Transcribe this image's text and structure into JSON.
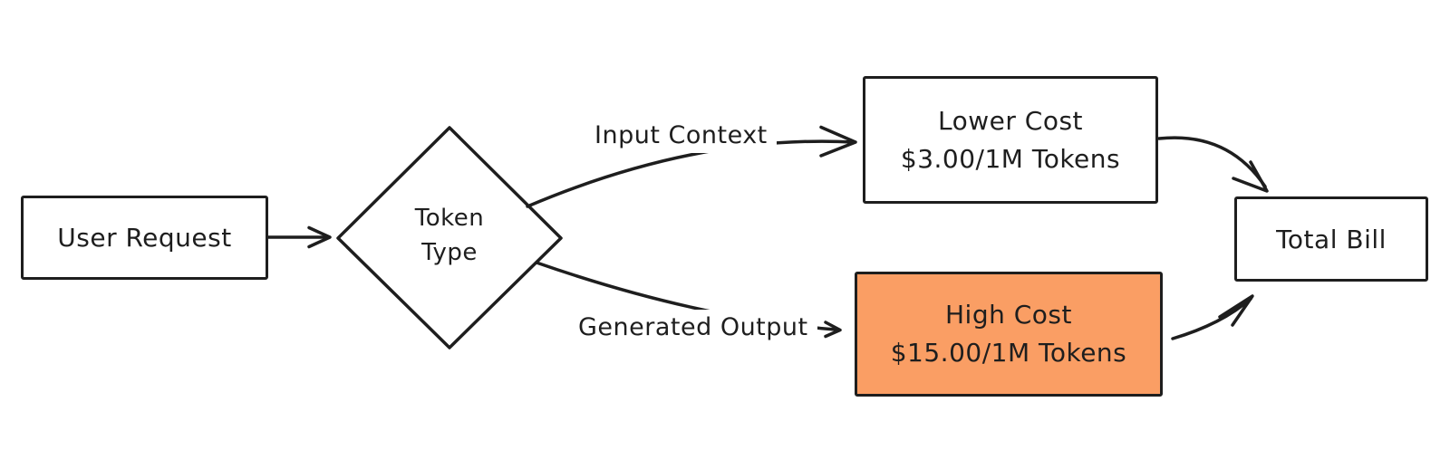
{
  "canvas": {
    "colors": {
      "background": "#ffffff",
      "stroke": "#1e1e1e",
      "highlight-fill": "#fa9e64"
    }
  },
  "nodes": {
    "user_request": {
      "label": "User Request"
    },
    "token_type": {
      "line1": "Token",
      "line2": "Type"
    },
    "lower_cost": {
      "line1": "Lower Cost",
      "line2": "$3.00/1M Tokens"
    },
    "high_cost": {
      "line1": "High Cost",
      "line2": "$15.00/1M Tokens"
    },
    "total_bill": {
      "label": "Total Bill"
    }
  },
  "edge_labels": {
    "input_context": "Input Context",
    "generated_output": "Generated Output"
  }
}
